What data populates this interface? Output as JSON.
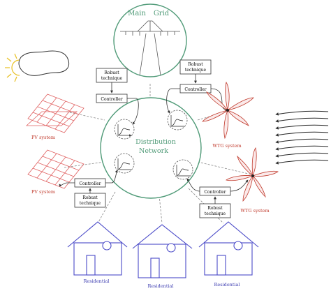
{
  "main_grid": {
    "word1": "Main",
    "word2": "Grid"
  },
  "distribution": {
    "line1": "Distribution",
    "line2": "Network"
  },
  "pv_systems": [
    "PV system",
    "PV system"
  ],
  "wtg_systems": [
    "WTG system",
    "WTG system"
  ],
  "controllers": [
    "Controller",
    "Controller",
    "Controller",
    "Controller"
  ],
  "robust": {
    "line1": "Robust",
    "line2": "technique"
  },
  "residentials": [
    "Residential",
    "Residential",
    "Residential"
  ],
  "colors": {
    "grid_green": "#4f9a77",
    "pv_red": "#e06060",
    "wtg_red": "#c0392b",
    "residential_blue": "#4a4ac8",
    "sun_yellow": "#e8c020"
  }
}
